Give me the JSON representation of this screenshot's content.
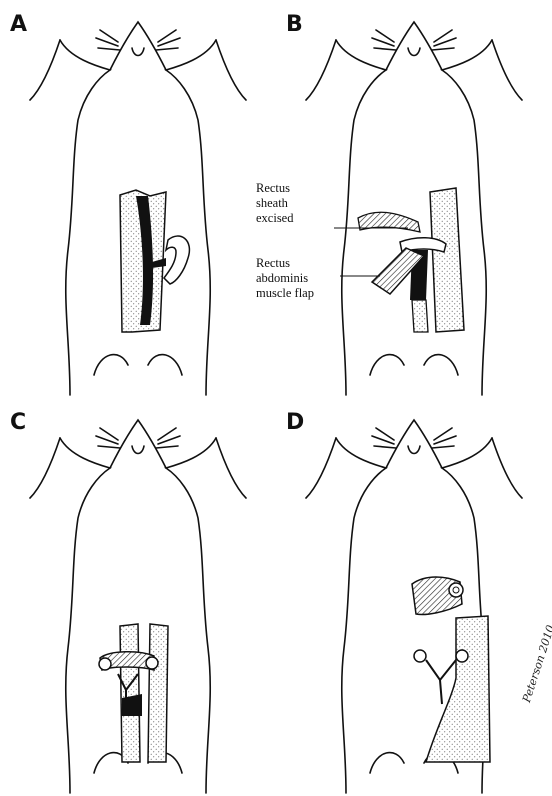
{
  "panels": [
    {
      "id": "A",
      "label": "A"
    },
    {
      "id": "B",
      "label": "B"
    },
    {
      "id": "C",
      "label": "C"
    },
    {
      "id": "D",
      "label": "D"
    }
  ],
  "callouts": {
    "sheath": "Rectus\nsheath\nexcised",
    "flap": "Rectus\nabdominis\nmuscle flap"
  },
  "signature": "Peterson 2010",
  "colors": {
    "ink": "#111111",
    "paper": "#ffffff",
    "stipple": "#6b6b6b"
  }
}
